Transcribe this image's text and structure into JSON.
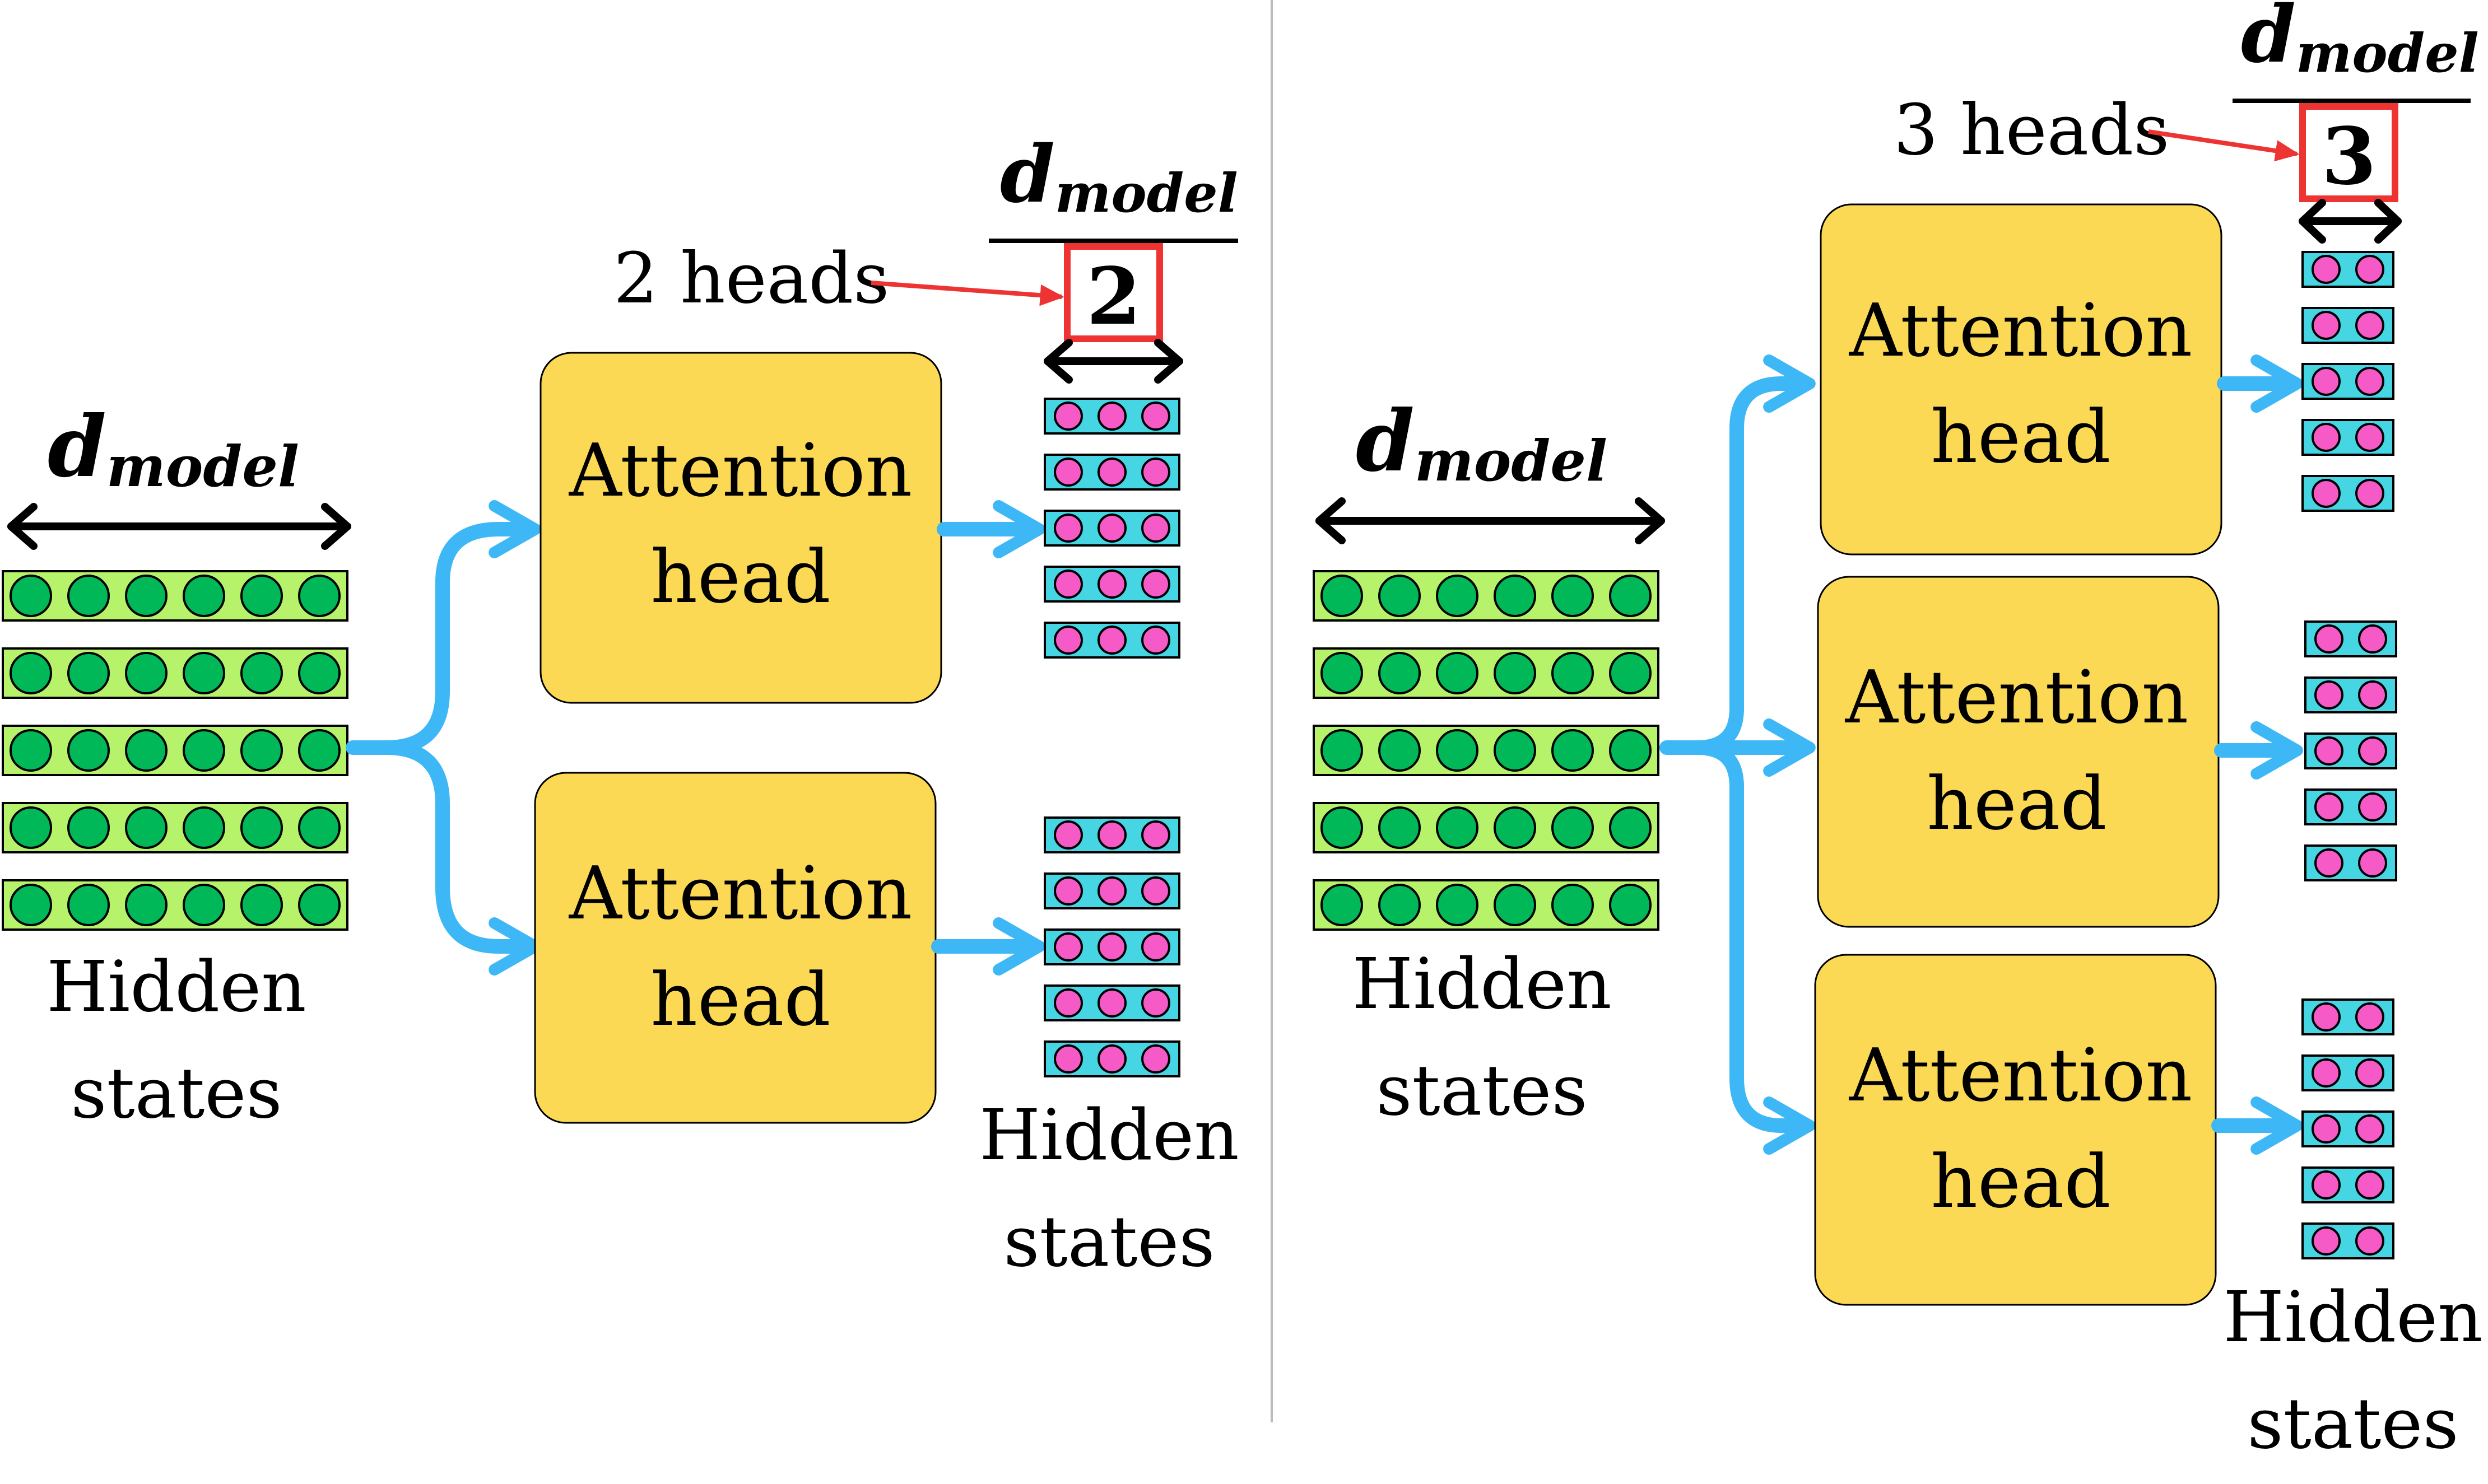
{
  "colors": {
    "background": "#ffffff",
    "hidden_green_fill": "#b7f36a",
    "hidden_green_dot": "#00b857",
    "head_cyan_fill": "#46d5e3",
    "head_pink_dot": "#f55ac7",
    "attention_box": "#fbd955",
    "arrow_blue": "#3db7f5",
    "highlight_red": "#ee3333",
    "text": "#000000",
    "divider": "#bbbbbb"
  },
  "panels": [
    {
      "d_model_symbol": "d",
      "d_model_subscript": "model",
      "input_label_line1": "Hidden",
      "input_label_line2": "states",
      "heads_label": "2 heads",
      "fraction_numerator_symbol": "d",
      "fraction_numerator_subscript": "model",
      "fraction_denominator": "2",
      "output_label_line1": "Hidden",
      "output_label_line2": "states",
      "heads": [
        {
          "line1": "Attention",
          "line2": "head"
        },
        {
          "line1": "Attention",
          "line2": "head"
        }
      ],
      "input_rows": 5,
      "input_dots_per_row": 6,
      "output_rows": 5,
      "output_dots_per_row": 3
    },
    {
      "d_model_symbol": "d",
      "d_model_subscript": "model",
      "input_label_line1": "Hidden",
      "input_label_line2": "states",
      "heads_label": "3 heads",
      "fraction_numerator_symbol": "d",
      "fraction_numerator_subscript": "model",
      "fraction_denominator": "3",
      "output_label_line1": "Hidden",
      "output_label_line2": "states",
      "heads": [
        {
          "line1": "Attention",
          "line2": "head"
        },
        {
          "line1": "Attention",
          "line2": "head"
        },
        {
          "line1": "Attention",
          "line2": "head"
        }
      ],
      "input_rows": 5,
      "input_dots_per_row": 6,
      "output_rows": 5,
      "output_dots_per_row": 2
    }
  ]
}
